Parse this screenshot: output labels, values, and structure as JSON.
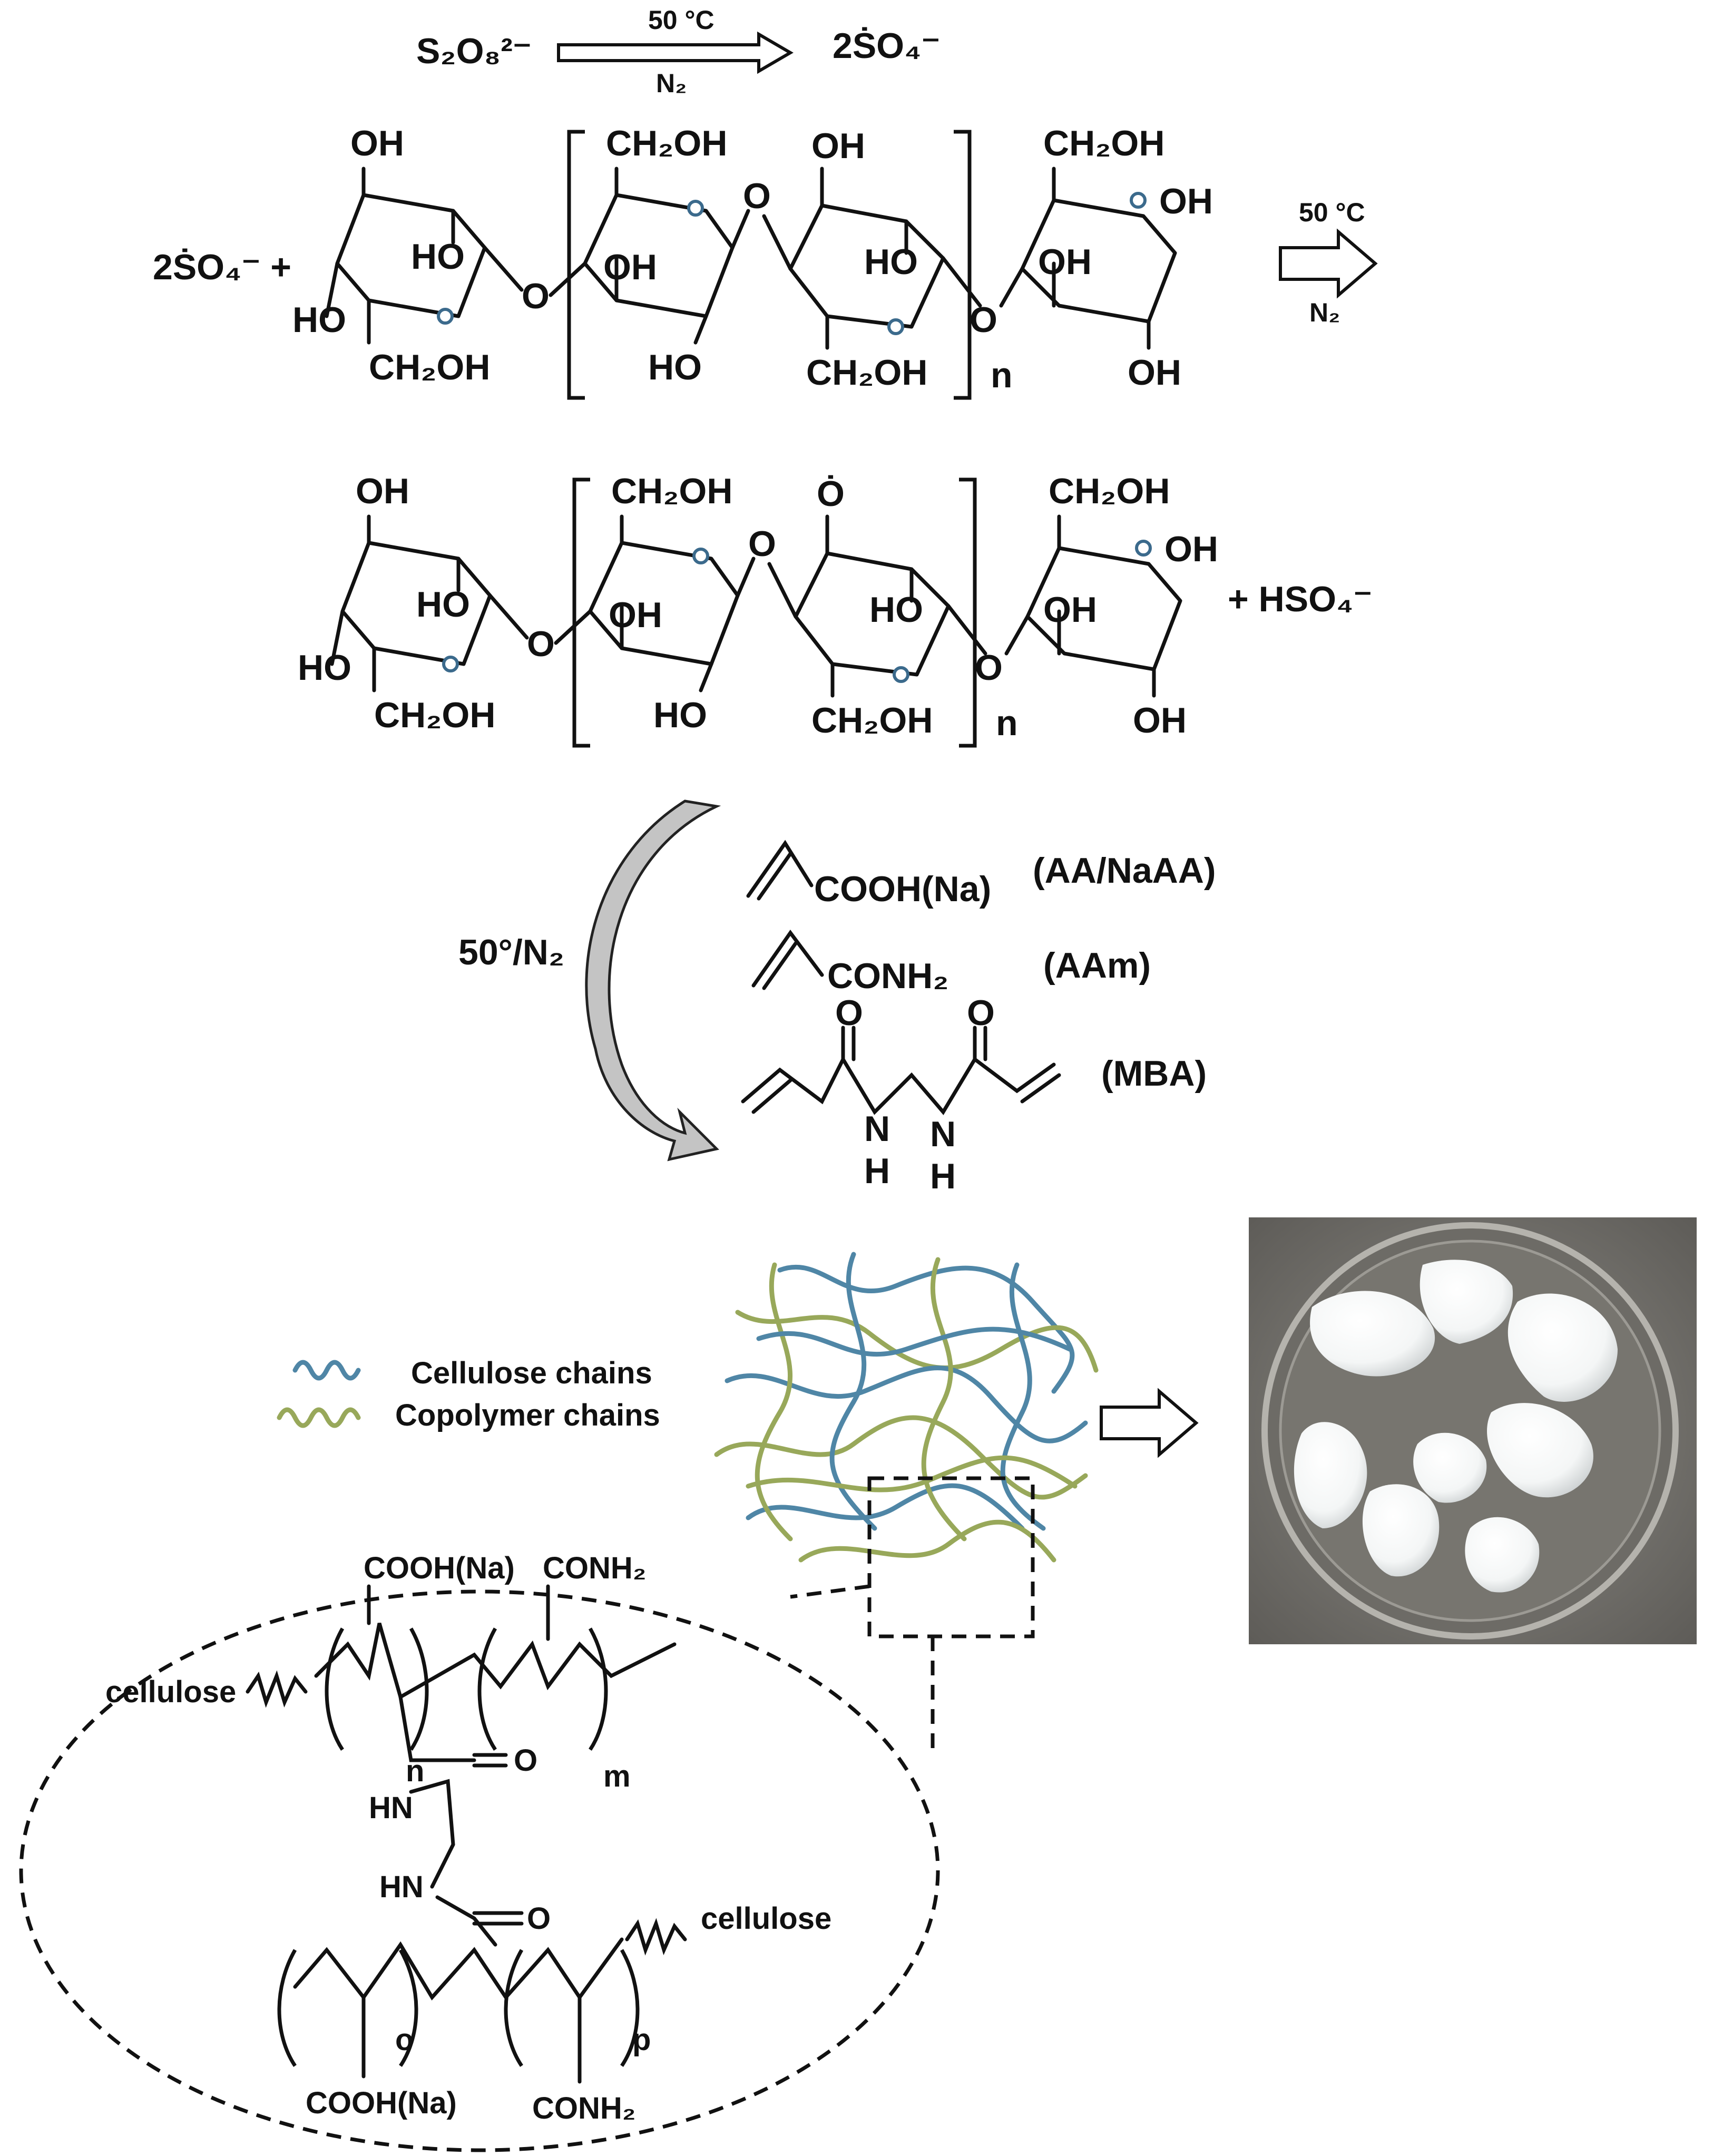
{
  "step1": {
    "reactant": "S₂O₈²⁻",
    "condition_top": "50 °C",
    "condition_bottom": "N₂",
    "product": "2ṠO₄⁻"
  },
  "step2": {
    "reagent": "2ṠO₄⁻ +",
    "condition_top": "50 °C",
    "condition_bottom": "N₂",
    "repeat": "n"
  },
  "step3": {
    "byproduct": "+ HSO₄⁻",
    "radical_o": "Ȯ",
    "repeat": "n"
  },
  "sugar_labels": {
    "oh": "OH",
    "ho": "HO",
    "ch2oh": "CH₂OH",
    "o": "O"
  },
  "step4": {
    "condition": "50°/N₂",
    "monomers": [
      {
        "formula": "COOH(Na)",
        "abbr": "(AA/NaAA)"
      },
      {
        "formula": "CONH₂",
        "abbr": "(AAm)"
      },
      {
        "formula": "",
        "abbr": "(MBA)"
      }
    ],
    "mba_atoms": {
      "o": "O",
      "n": "N",
      "h": "H"
    }
  },
  "legend": {
    "cellulose": "Cellulose chains",
    "copolymer": "Copolymer chains",
    "colors": {
      "cellulose": "#4f86a6",
      "copolymer": "#98a85a"
    }
  },
  "network": {
    "top_cooh": "COOH(Na)",
    "top_conh2": "CONH₂",
    "cellulose_left": "cellulose",
    "cellulose_right": "cellulose",
    "n": "n",
    "m": "m",
    "o": "o",
    "p": "p",
    "carbonyl_o": "O",
    "hn": "HN",
    "bottom_cooh": "COOH(Na)",
    "bottom_conh2": "CONH₂"
  },
  "photo": {
    "description_icon": "hydrogel-photo"
  }
}
